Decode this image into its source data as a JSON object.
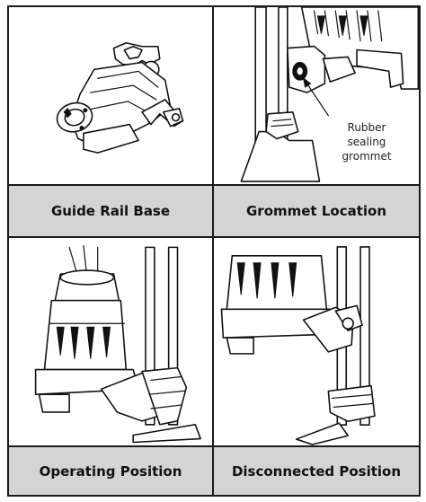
{
  "panels": [
    {
      "caption": "Guide Rail Base"
    },
    {
      "caption": "Grommet Location",
      "callout": [
        "Rubber",
        "sealing",
        "grommet"
      ]
    },
    {
      "caption": "Operating Position"
    },
    {
      "caption": "Disconnected Position"
    }
  ]
}
